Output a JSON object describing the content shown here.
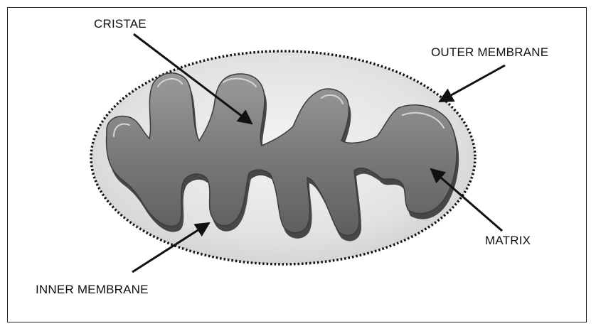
{
  "labels": {
    "cristae": "CRISTAE",
    "outer_membrane": "OUTER MEMBRANE",
    "matrix": "MATRIX",
    "inner_membrane": "INNER MEMBRANE"
  },
  "colors": {
    "outer_fill": "#e4e4e4",
    "outer_stroke": "#111111",
    "inner_fill": "#7d7d7d",
    "inner_edge": "#4a4a4a",
    "arrow": "#111111"
  }
}
